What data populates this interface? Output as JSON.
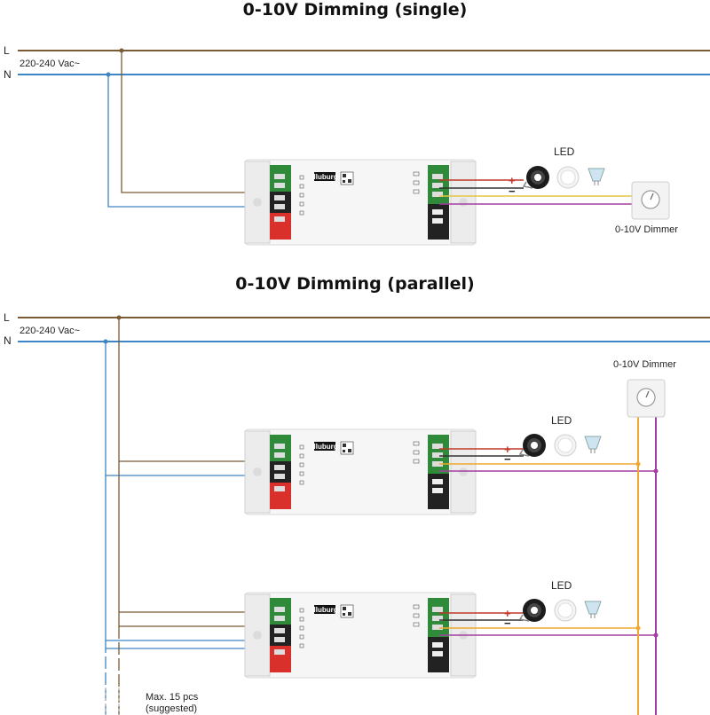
{
  "titles": {
    "single": "0-10V Dimming (single)",
    "parallel": "0-10V Dimming (parallel)"
  },
  "mains": {
    "line_label": "L",
    "neutral_label": "N",
    "voltage_label": "220-240 Vac~"
  },
  "device": {
    "brand": "illuburg"
  },
  "load": {
    "led_label": "LED",
    "plus": "+",
    "minus": "−"
  },
  "dimmer": {
    "label": "0-10V Dimmer"
  },
  "note": {
    "line1": "Max. 15 pcs",
    "line2": "(suggested)"
  },
  "colors": {
    "line": "#7b5a36",
    "neutral": "#3d85c6",
    "led_plus": "#c0392b",
    "led_minus": "#333333",
    "dim_plus": "#f0a830",
    "dim_minus": "#a33ea3"
  }
}
